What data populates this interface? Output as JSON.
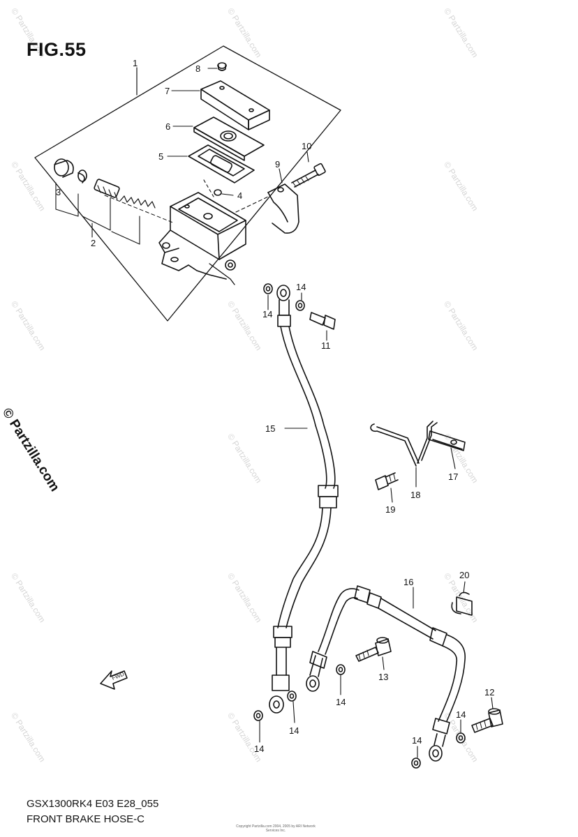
{
  "figure": {
    "title": "FIG.55",
    "model_code": "GSX1300RK4 E03 E28_055",
    "name": "FRONT BRAKE HOSE-C",
    "side_watermark": "© Partzilla.com",
    "background_watermark": "© Partzilla.com",
    "copyright_note": "Copyright Partzilla.com 2004, 2005 by ARI Network Services Inc."
  },
  "fwd_arrow_label": "FWD",
  "callouts": {
    "c1": "1",
    "c2": "2",
    "c3": "3",
    "c4": "4",
    "c5": "5",
    "c6": "6",
    "c7": "7",
    "c8": "8",
    "c9": "9",
    "c10": "10",
    "c11": "11",
    "c12": "12",
    "c13": "13",
    "c14a": "14",
    "c14b": "14",
    "c14c": "14",
    "c14d": "14",
    "c14e": "14",
    "c14f": "14",
    "c14g": "14",
    "c15": "15",
    "c16": "16",
    "c17": "17",
    "c18": "18",
    "c19": "19",
    "c20": "20"
  },
  "colors": {
    "line": "#111111",
    "watermark": "#d6d6d6"
  }
}
